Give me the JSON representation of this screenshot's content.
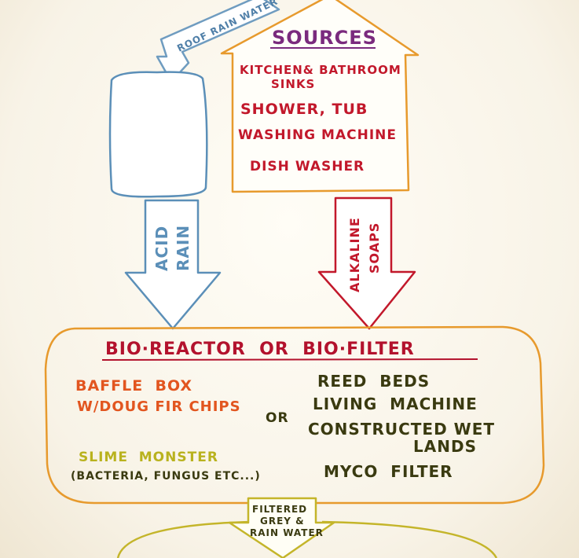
{
  "colors": {
    "tank": "#5b8fb8",
    "roof_arrow": "#6f9cc0",
    "house": "#e79a2d",
    "source_text": "#c2182b",
    "title_purple": "#7a2a7e",
    "acid_arrow": "#5b8fb8",
    "alkaline_arrow": "#c2182b",
    "reactor_box": "#e79a2d",
    "reactor_title": "#b3122d",
    "baffle": "#e2551f",
    "slime": "#b9b21e",
    "dark_text": "#3a3a10",
    "filter_arrow": "#c4b52a"
  },
  "roof_arrow": {
    "label": "ROOF RAIN WATER"
  },
  "house": {
    "title": "SOURCES",
    "items": [
      {
        "line1": "KITCHEN& BATHROOM",
        "line2": "SINKS"
      },
      {
        "line1": "SHOWER, TUB",
        "line2": ""
      },
      {
        "line1": "WASHING MACHINE",
        "line2": ""
      },
      {
        "line1": "DISH WASHER",
        "line2": ""
      }
    ]
  },
  "acid_arrow": {
    "line1": "ACID",
    "line2": "RAIN"
  },
  "alkaline_arrow": {
    "line1": "ALKALINE",
    "line2": "SOAPS"
  },
  "reactor": {
    "title": "BIO·REACTOR  OR  BIO·FILTER",
    "baffle_line1": "BAFFLE  BOX",
    "baffle_line2": "W/DOUG FIR CHIPS",
    "or": "OR",
    "slime_line1": "SLIME  MONSTER",
    "slime_line2": "(BACTERIA, FUNGUS ETC...)",
    "right_items": [
      "REED  BEDS",
      "LIVING  MACHINE",
      "CONSTRUCTED WET",
      "LANDS",
      "MYCO  FILTER"
    ]
  },
  "filter_arrow": {
    "line1": "FILTERED",
    "line2": "GREY &",
    "line3": "RAIN WATER"
  }
}
